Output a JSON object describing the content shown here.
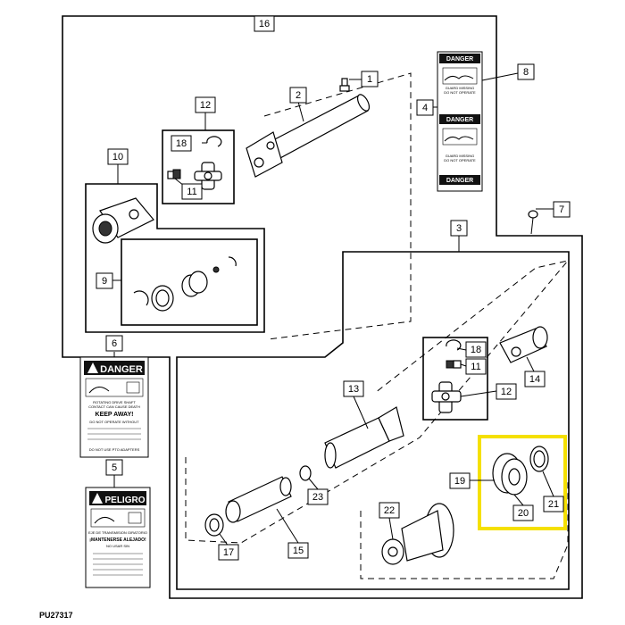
{
  "figure_id": "PU27317",
  "callouts": {
    "c1": "1",
    "c2": "2",
    "c3": "3",
    "c4": "4",
    "c5": "5",
    "c6": "6",
    "c7": "7",
    "c8": "8",
    "c9": "9",
    "c10": "10",
    "c11a": "11",
    "c11b": "11",
    "c12a": "12",
    "c12b": "12",
    "c13": "13",
    "c14": "14",
    "c15": "15",
    "c16": "16",
    "c17": "17",
    "c18a": "18",
    "c18b": "18",
    "c19": "19",
    "c20": "20",
    "c21": "21",
    "c22": "22",
    "c23": "23"
  },
  "decals": {
    "danger_word": "DANGER",
    "peligro_word": "PELIGRO",
    "decal6_line1": "ROTATING DRIVE SHAFT",
    "decal6_line2": "CONTACT CAN CAUSE DEATH",
    "decal6_line3": "KEEP AWAY!",
    "decal6_line4": "DO NOT OPERATE WITHOUT",
    "decal6_line5": "DO NOT USE PTO ADAPTERS",
    "decal5_line1": "EJE DE TRANSMISION GIRATORIO",
    "decal5_line2": "¡MANTENERSE ALEJADO!",
    "decal5_line3": "NO USAR SIN",
    "decal4_line1": "GUARD MISSING",
    "decal4_line2": "DO NOT OPERATE",
    "decal4_line3": "GUARD MISSING",
    "decal4_line4": "DO NOT OPERATE"
  },
  "colors": {
    "highlight": "#f5e000",
    "line": "#000000",
    "decal_black": "#111111"
  }
}
